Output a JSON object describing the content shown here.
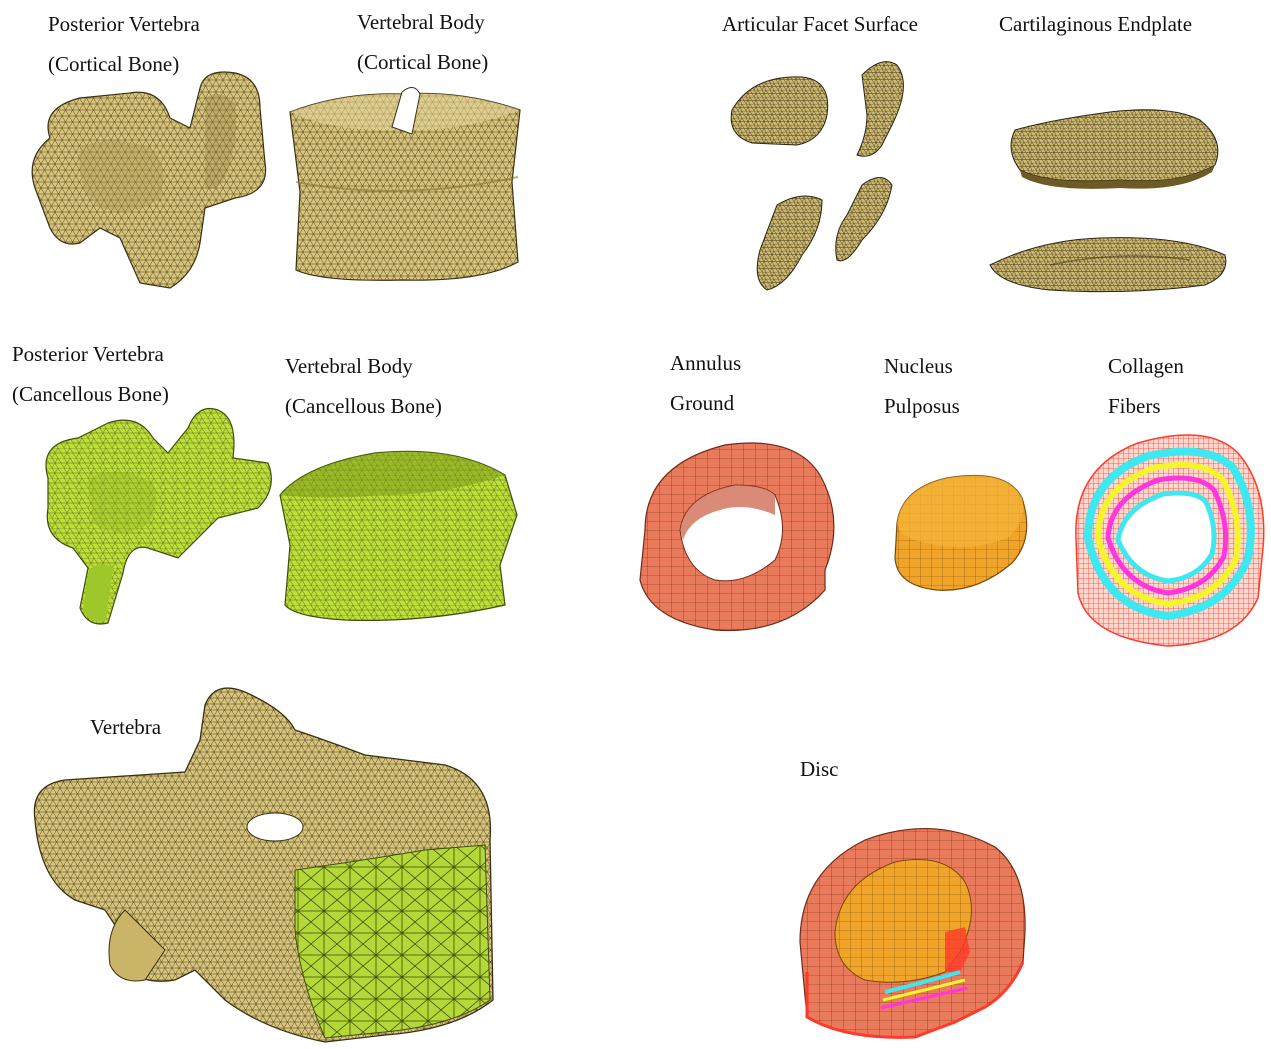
{
  "labels": {
    "posterior_cortical": [
      "Posterior Vertebra",
      "(Cortical Bone)"
    ],
    "body_cortical": [
      "Vertebral Body",
      "(Cortical Bone)"
    ],
    "facet": "Articular Facet Surface",
    "endplate": "Cartilaginous Endplate",
    "posterior_cancellous": [
      "Posterior Vertebra",
      "(Cancellous Bone)"
    ],
    "body_cancellous": [
      "Vertebral Body",
      "(Cancellous Bone)"
    ],
    "annulus": [
      "Annulus",
      "Ground"
    ],
    "nucleus": [
      "Nucleus",
      "Pulposus"
    ],
    "collagen": [
      "Collagen",
      "Fibers"
    ],
    "vertebra": "Vertebra",
    "disc": "Disc"
  },
  "colors": {
    "cortical": "#d9c57c",
    "cancellous": "#bddf3a",
    "annulus": "#e97a5b",
    "nucleus": "#f0a52a",
    "fibers": [
      "#ff3a2a",
      "#ff36e0",
      "#f6f52c",
      "#3de8f0"
    ],
    "edge": "#2b2412"
  }
}
